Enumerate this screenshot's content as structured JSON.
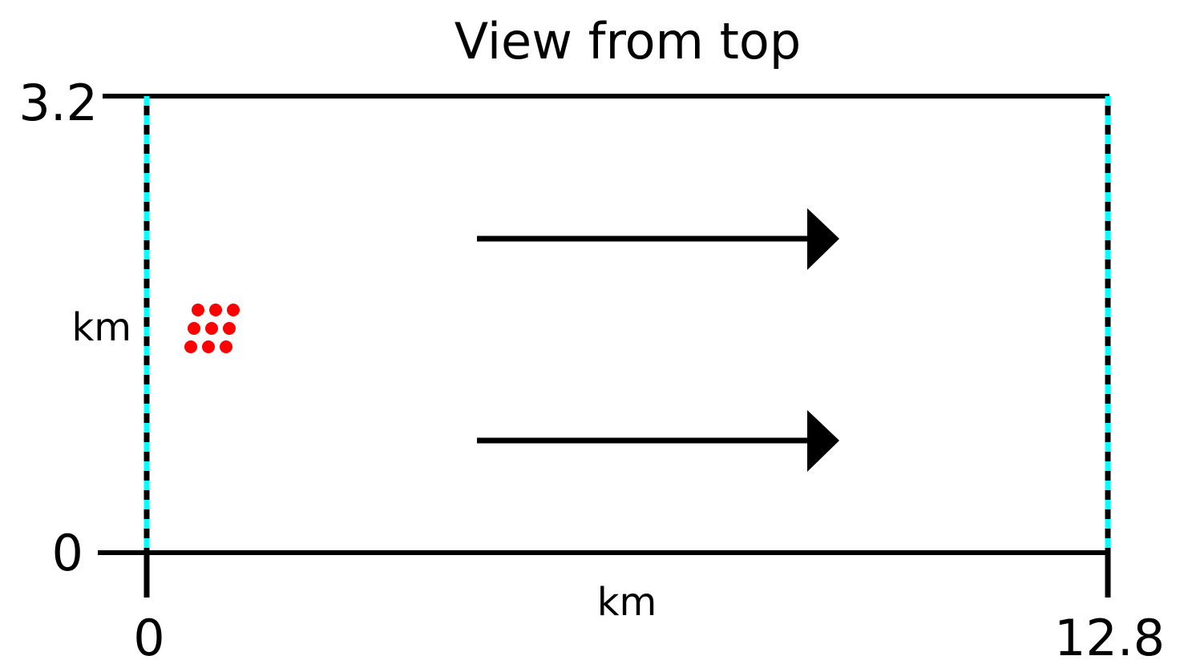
{
  "title": "View from top",
  "x_axis": {
    "label": "km",
    "ticks": [
      "0",
      "12.8"
    ]
  },
  "y_axis": {
    "label": "km",
    "ticks": [
      "0",
      "3.2"
    ]
  },
  "colors": {
    "outline": "#000000",
    "periodic_boundary_dash": "#00ffff",
    "turbines": "#ff0000",
    "arrows": "#000000",
    "background": "#ffffff"
  },
  "turbine_array": {
    "count": 9,
    "arrangement": "3x3 staggered grid"
  },
  "flow_arrows": {
    "count": 2,
    "direction": "right"
  },
  "boundaries": {
    "left": "periodic (dashed)",
    "right": "periodic (dashed)",
    "top": "solid",
    "bottom": "solid"
  }
}
